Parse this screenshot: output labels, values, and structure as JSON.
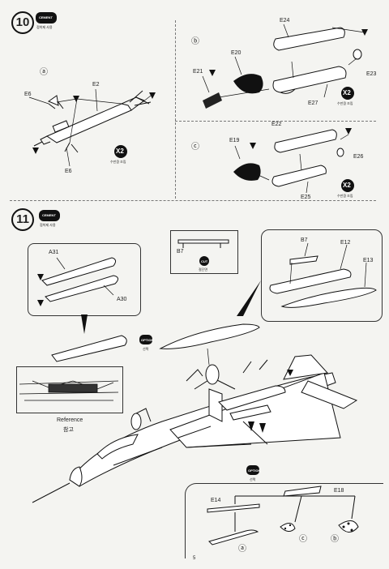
{
  "step10": {
    "number": "10",
    "cement_badge": "CEMENT",
    "cement_note": "접착제 사용",
    "sub_a": {
      "marker": "ⓐ",
      "labels": [
        "E6",
        "E2",
        "E6"
      ],
      "x2": "X2",
      "x2_note": "수만큼 조립"
    },
    "sub_b": {
      "marker": "ⓑ",
      "labels": [
        "E24",
        "E20",
        "E21",
        "E23",
        "E27"
      ],
      "x2": "X2",
      "x2_note": "수만큼 조립"
    },
    "sub_c": {
      "marker": "ⓒ",
      "labels": [
        "E22",
        "E19",
        "E26",
        "E25"
      ],
      "x2": "X2",
      "x2_note": "수만큼 조립"
    }
  },
  "step11": {
    "number": "11",
    "cement_badge": "CEMENT",
    "cement_note": "접착제 사용",
    "detail_left": {
      "labels": [
        "A31",
        "A30"
      ]
    },
    "detail_cut": {
      "label": "B7",
      "badge": "CUT",
      "note": "절단면"
    },
    "detail_right": {
      "labels": [
        "B7",
        "E12",
        "E13"
      ]
    },
    "option_badge": "OPTION",
    "option_note": "선택",
    "reference": {
      "title": "Reference",
      "subtitle": "참고"
    },
    "option_box": {
      "badge": "OPTION",
      "note": "선택",
      "labels": [
        "E14",
        "E18"
      ],
      "markers": [
        "ⓐ",
        "ⓒ",
        "ⓑ"
      ]
    }
  },
  "page_number": "5"
}
